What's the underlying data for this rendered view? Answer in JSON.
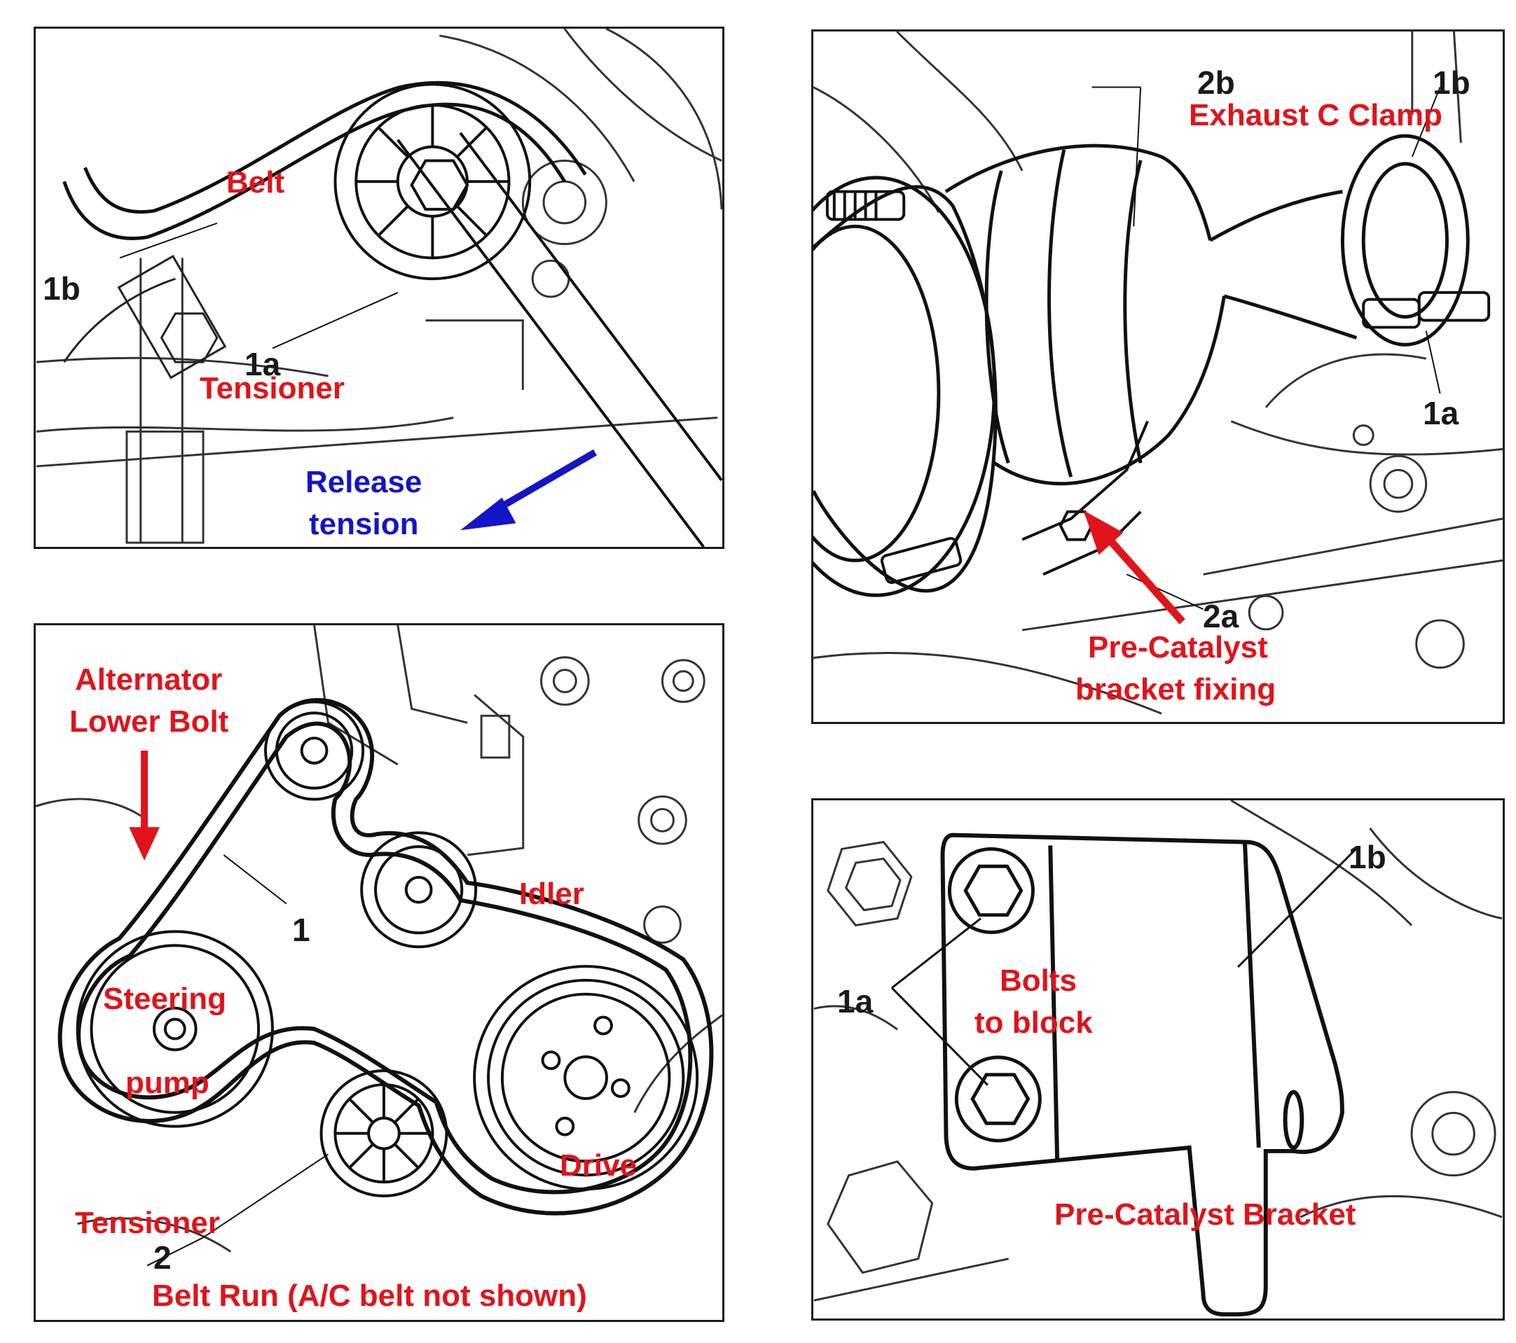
{
  "panel_tl": {
    "belt": "Belt",
    "ref_1b": "1b",
    "ref_1a": "1a",
    "tensioner": "Tensioner",
    "release_line1": "Release",
    "release_line2": "tension",
    "arrow_color": "#1414c8"
  },
  "panel_tr": {
    "ref_2b": "2b",
    "ref_1b": "1b",
    "exhaust_clamp": "Exhaust C Clamp",
    "ref_1a": "1a",
    "ref_2a": "2a",
    "fixing_line1": "Pre-Catalyst",
    "fixing_line2": "bracket fixing",
    "arrow_color": "#e0141a"
  },
  "panel_bl": {
    "alternator_line1": "Alternator",
    "alternator_line2": "Lower Bolt",
    "idler": "Idler",
    "ref_1": "1",
    "steering_line1": "Steering",
    "steering_line2": "pump",
    "drive": "Drive",
    "tensioner": "Tensioner",
    "ref_2": "2",
    "caption": "Belt Run (A/C belt not shown)",
    "arrow_color": "#e0141a"
  },
  "panel_br": {
    "ref_1b": "1b",
    "ref_1a": "1a",
    "bolts_line1": "Bolts",
    "bolts_line2": "to block",
    "bracket": "Pre-Catalyst Bracket"
  },
  "colors": {
    "label_red": "#e0141a",
    "label_blue": "#1414c8",
    "line_art": "#1a1a1a"
  }
}
